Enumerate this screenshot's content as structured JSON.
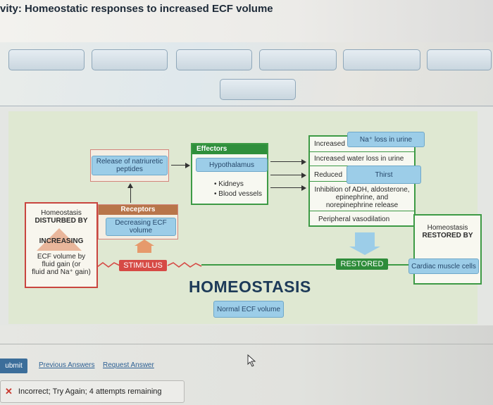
{
  "header": {
    "title": "vity: Homeostatic responses to increased ECF volume"
  },
  "bank": {
    "slots_row1": 6,
    "slots_row2": 1
  },
  "diagram": {
    "natriuretic": {
      "line1": "Release of natriuretic",
      "line2": "peptides"
    },
    "effectors": {
      "title": "Effectors",
      "hypothalamus": "Hypothalamus",
      "kidneys": "• Kidneys",
      "blood_vessels": "• Blood vessels"
    },
    "responses": {
      "increased": "Increased",
      "na_loss": "Na⁺ loss in urine",
      "water_loss": "Increased water loss in urine",
      "reduced": "Reduced",
      "thirst": "Thirst",
      "inhibition_1": "Inhibition of ADH, aldosterone,",
      "inhibition_2": "epinephrine, and",
      "inhibition_3": "norepinephrine release",
      "vasodilation": "Peripheral vasodilation"
    },
    "receptors": {
      "title": "Receptors",
      "line1": "Decreasing ECF",
      "line2": "volume"
    },
    "disturbed": {
      "line1": "Homeostasis",
      "line2": "DISTURBED BY",
      "increasing": "INCREASING",
      "ecf_1": "ECF volume by",
      "ecf_2": "fluid gain (or",
      "ecf_3": "fluid and Na⁺ gain)"
    },
    "stimulus": "STIMULUS",
    "restored": "RESTORED",
    "restored_by": {
      "line1": "Homeostasis",
      "line2": "RESTORED BY"
    },
    "cardiac": "Cardiac muscle cells",
    "homeostasis": "HOMEOSTASIS",
    "normal_ecf": "Normal ECF volume"
  },
  "footer": {
    "submit_label": "ubmit",
    "previous_answers": "Previous Answers",
    "request_answer": "Request Answer",
    "feedback": "Incorrect; Try Again; 4 attempts remaining"
  },
  "colors": {
    "label_blue": "#9ccde8",
    "effectors_green": "#2f8f3c",
    "receptors_brown": "#b8754a",
    "stimulus_red": "#d64a45",
    "link_blue": "#2b5f93"
  }
}
